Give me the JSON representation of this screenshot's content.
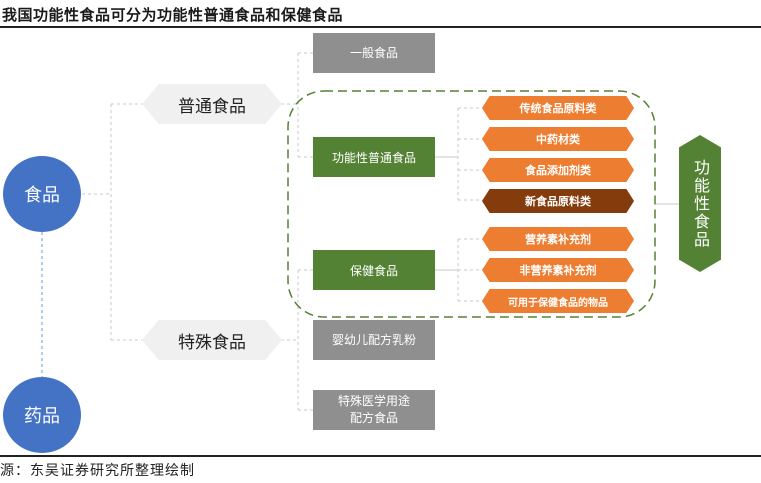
{
  "title": "我国功能性食品可分为功能性普通食品和保健食品",
  "source": "源：东吴证券研究所整理绘制",
  "nodes": {
    "food": "食品",
    "drug": "药品",
    "ordinary_food": "普通食品",
    "special_food": "特殊食品",
    "general_food": "一般食品",
    "functional_ordinary_food": "功能性普通食品",
    "health_food": "保健食品",
    "infant_formula": "婴幼儿配方乳粉",
    "fsmp_line1": "特殊医学用途",
    "fsmp_line2": "配方食品",
    "functional_food": "功能性食品"
  },
  "functional_ordinary_categories": [
    {
      "label": "传统食品原料类",
      "color": "#ed7d31"
    },
    {
      "label": "中药材类",
      "color": "#ed7d31"
    },
    {
      "label": "食品添加剂类",
      "color": "#ed7d31"
    },
    {
      "label": "新食品原料类",
      "color": "#843c0c"
    }
  ],
  "health_food_categories": [
    {
      "label": "营养素补充剂",
      "color": "#ed7d31"
    },
    {
      "label": "非营养素补充剂",
      "color": "#ed7d31"
    },
    {
      "label": "可用于保健食品的物品",
      "color": "#ed7d31"
    }
  ],
  "colors": {
    "circle_blue": "#4472c4",
    "green": "#548235",
    "orange": "#ed7d31",
    "brown": "#843c0c",
    "gray_box": "#8f8f8f",
    "gray_hex": "#f0f0f0"
  }
}
